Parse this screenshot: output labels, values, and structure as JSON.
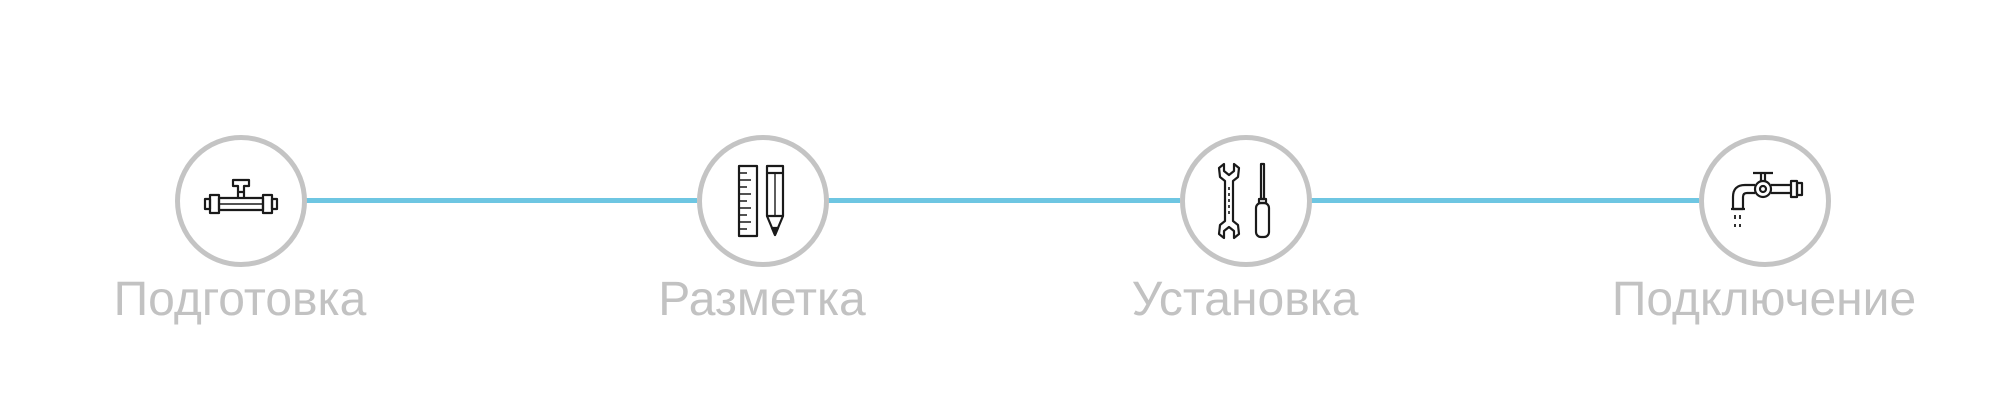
{
  "colors": {
    "connector": "#6ec6e2",
    "circle_border": "#c4c4c4",
    "label_text": "#c2c2c2",
    "icon_stroke": "#1a1a1a"
  },
  "steps": [
    {
      "label": "Подготовка",
      "icon": "pipe-valve-icon"
    },
    {
      "label": "Разметка",
      "icon": "ruler-pencil-icon"
    },
    {
      "label": "Установка",
      "icon": "wrench-screwdriver-icon"
    },
    {
      "label": "Подключение",
      "icon": "faucet-icon"
    }
  ]
}
